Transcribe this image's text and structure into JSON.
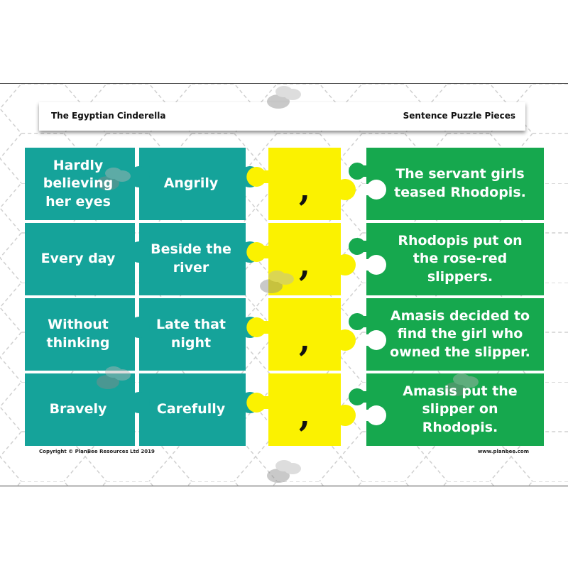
{
  "header": {
    "title": "The Egyptian Cinderella",
    "subtitle": "Sentence Puzzle Pieces"
  },
  "footer": {
    "copyright": "Copyright © PlanBee Resources Ltd 2019",
    "website": "www.planbee.com"
  },
  "colors": {
    "teal": "#15a39a",
    "yellow": "#fbf200",
    "green": "#16a84e"
  },
  "rows": [
    {
      "col1": "Hardly\nbelieving\nher eyes",
      "col2": "Angrily",
      "punct": ",",
      "col4": "The servant girls\nteased Rhodopis."
    },
    {
      "col1": "Every day",
      "col2": "Beside the\nriver",
      "punct": ",",
      "col4": "Rhodopis put on\nthe rose-red\nslippers."
    },
    {
      "col1": "Without\nthinking",
      "col2": "Late that\nnight",
      "punct": ",",
      "col4": "Amasis decided to\nfind the girl who\nowned the slipper."
    },
    {
      "col1": "Bravely",
      "col2": "Carefully",
      "punct": ",",
      "col4": "Amasis put the\nslipper on\nRhodopis."
    }
  ],
  "decorations": [
    "bee-icon"
  ]
}
